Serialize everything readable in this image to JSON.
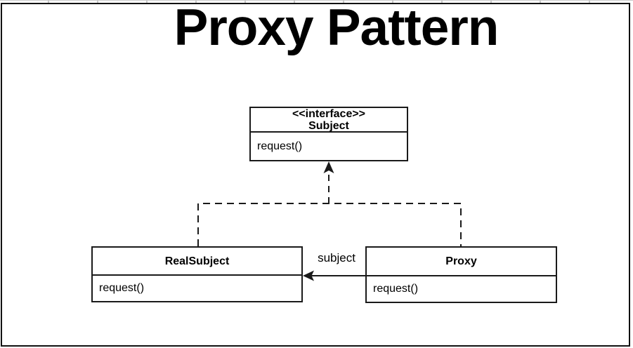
{
  "title": "Proxy Pattern",
  "boxes": {
    "subject": {
      "stereotype": "<<interface>>",
      "name": "Subject",
      "method": "request()"
    },
    "real_subject": {
      "name": "RealSubject",
      "method": "request()"
    },
    "proxy": {
      "name": "Proxy",
      "method": "request()"
    }
  },
  "connectors": {
    "association_label": "subject",
    "realization_style": "dashed",
    "association_style": "solid"
  },
  "colors": {
    "line": "#1a1a1a",
    "background": "#ffffff",
    "ruler_tick": "#c9c9c9",
    "text": "#000000"
  }
}
